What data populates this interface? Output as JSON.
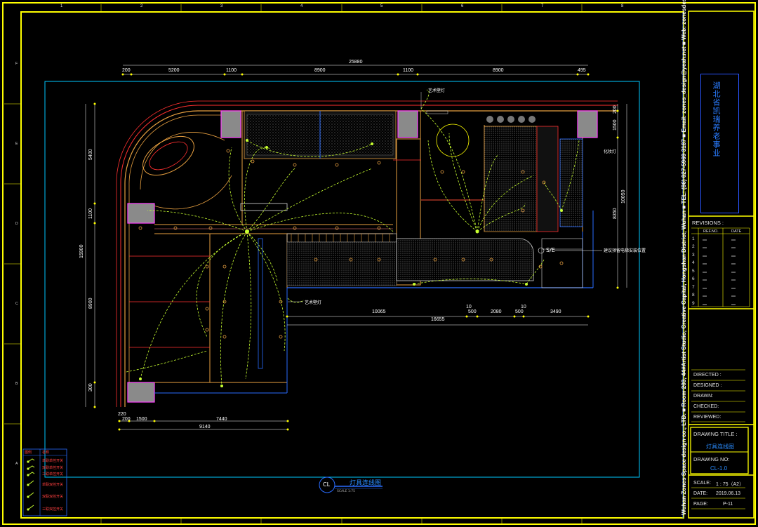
{
  "title_block": {
    "company_strip": "Wuhan Zones Space design co., LTD. ■ Room 203, 44#Artist Studio, Creative Capital, Hongshan District, Wuhan ■ TEL: (86) 027-5969 3187 ■ Email: zones_design@yeah.net ■ Web: zonesdesign.cn",
    "project_name": "湖北省凯瑞养老事业",
    "revisions_label": "REVISIONS :",
    "rev_no_header": "REF.NO.",
    "date_header": "DATE",
    "rev_numbers": [
      "1",
      "2",
      "3",
      "4",
      "5",
      "6",
      "7",
      "8",
      "9"
    ],
    "directed": "DIRECTED :",
    "designed": "DESIGNED :",
    "drawn": "DRAWN:",
    "checked": "CHECKED:",
    "reviewed": "REVIEWED:",
    "drawing_title_label": "DRAWING TITLE :",
    "drawing_title": "灯具连线图",
    "drawing_no_label": "DRAWING NO:",
    "drawing_no": "CL-1.0",
    "scale_label": "SCALE:",
    "scale_value": "1 : 75（A2）",
    "date_label": "DATE:",
    "date_value": "2019.06.13",
    "page_label": "PAGE:",
    "page_value": "P-11"
  },
  "plan": {
    "title_bubble": "CL",
    "title": "灯具连线图",
    "scale_note": "SCALE 1:75",
    "labels": {
      "art_wall_lamp_top": "艺术壁灯",
      "art_wall_lamp_bottom": "艺术壁灯",
      "vanity_lamp": "化妆灯",
      "se": "S/E",
      "ev_note": "建议预留电梯安装位置"
    },
    "dims_top": [
      "25880",
      "200",
      "5200",
      "1100",
      "8900",
      "1100",
      "8900",
      "495"
    ],
    "dims_left": [
      "5400",
      "1100",
      "15900",
      "8900",
      "300"
    ],
    "dims_right": [
      "1500",
      "200",
      "8350",
      "10050"
    ],
    "dims_middle": [
      "10065",
      "10",
      "500",
      "2080",
      "500",
      "10",
      "3490",
      "16655"
    ],
    "dims_bottom": [
      "220",
      "200",
      "1500",
      "7440",
      "9140"
    ]
  },
  "grid": {
    "columns": [
      "1",
      "2",
      "3",
      "4",
      "5",
      "6",
      "7",
      "8"
    ],
    "rows": [
      "F",
      "E",
      "D",
      "C",
      "B",
      "A"
    ]
  },
  "legend": {
    "header_symbol": "图例",
    "header_name": "名称",
    "items": [
      "单联单控开关",
      "双联单控开关",
      "三联单控开关",
      "单联双控开关",
      "双联双控开关",
      "三联双控开关"
    ]
  },
  "colors": {
    "frame": "#ffff00",
    "cyan": "#00d0ff",
    "wall": "#e8a040",
    "red": "#ff3030",
    "wire": "#c8ff30",
    "magenta": "#ff40ff",
    "blue": "#2a6cff"
  }
}
